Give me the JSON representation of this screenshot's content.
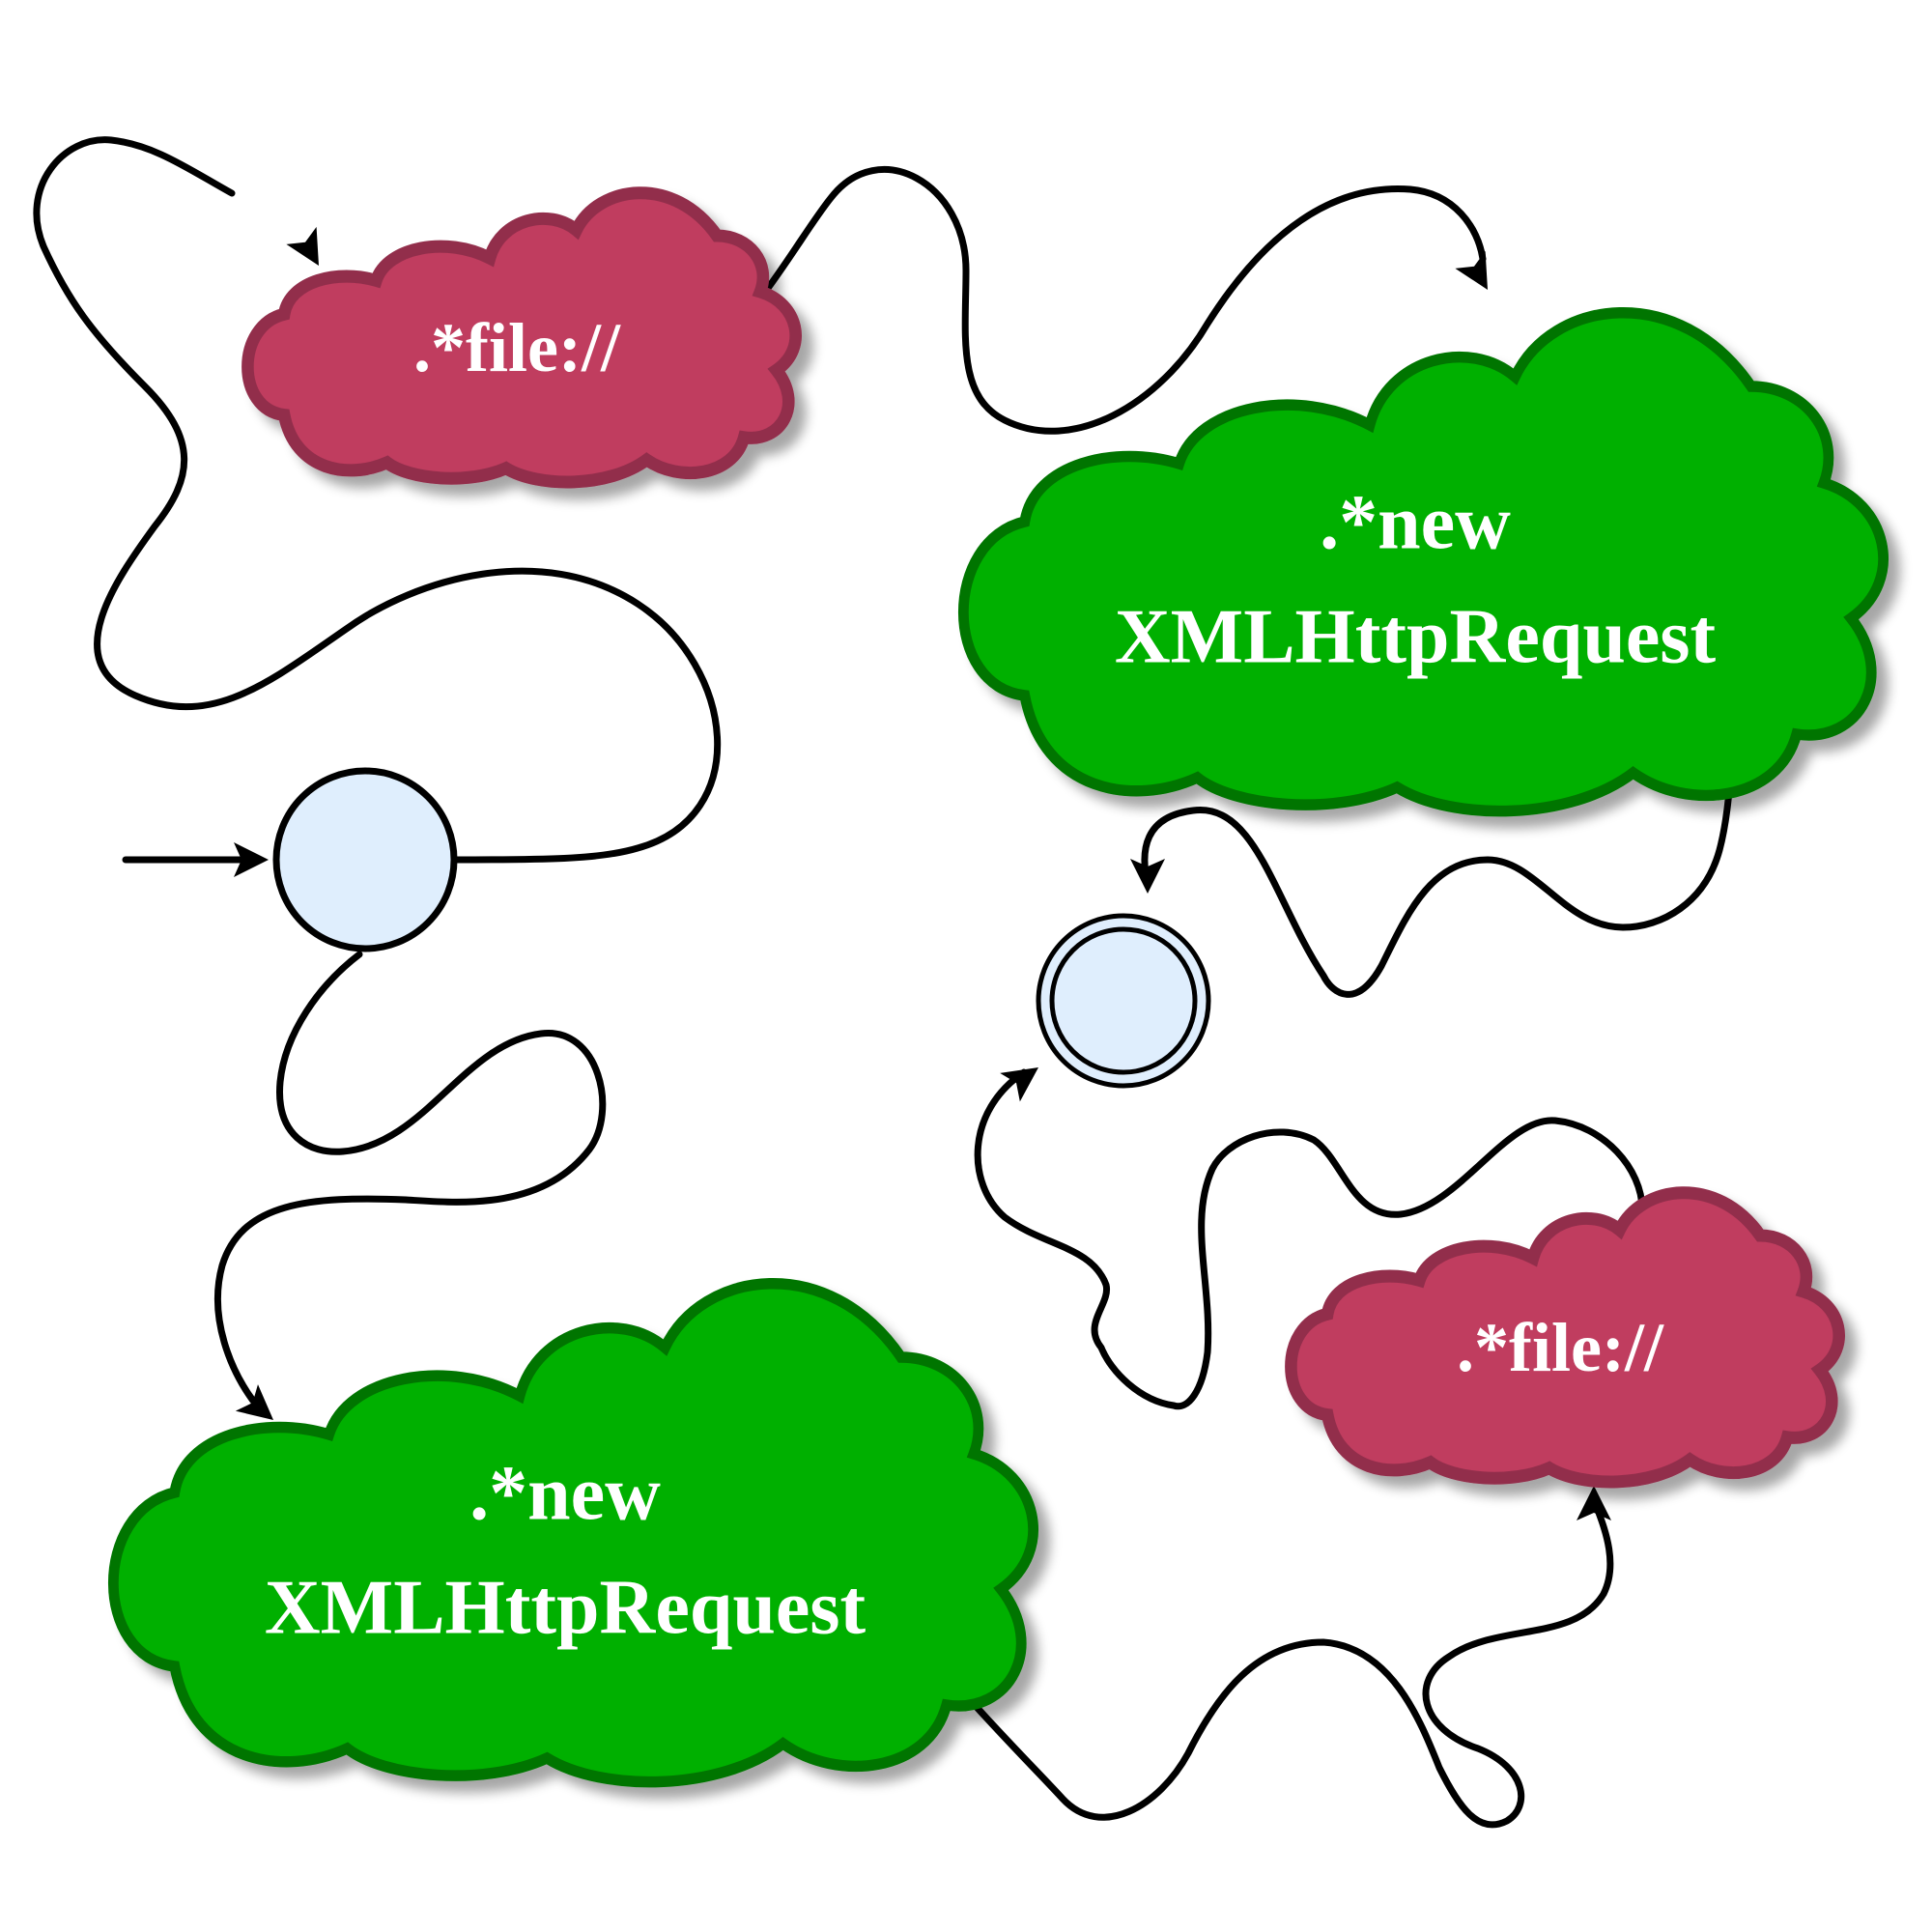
{
  "colors": {
    "background": "#ffffff",
    "edge": "#000000",
    "state_fill": "#dfeefd",
    "state_stroke": "#000000",
    "file_fill": "#c03c5f",
    "file_stroke": "#922f4c",
    "xhr_fill": "#03b003",
    "xhr_stroke": "#027502",
    "label": "#ffffff"
  },
  "states": [
    {
      "id": "start",
      "type": "initial"
    },
    {
      "id": "accept",
      "type": "accepting"
    }
  ],
  "clouds": [
    {
      "id": "file-top",
      "kind": "file",
      "lines": [
        ".*file://"
      ]
    },
    {
      "id": "xhr-top",
      "kind": "xhr",
      "lines": [
        ".*new",
        "XMLHttpRequest"
      ]
    },
    {
      "id": "xhr-bottom",
      "kind": "xhr",
      "lines": [
        ".*new",
        "XMLHttpRequest"
      ]
    },
    {
      "id": "file-bottom",
      "kind": "file",
      "lines": [
        ".*file://"
      ]
    }
  ],
  "transitions": [
    {
      "from": "entry",
      "to": "start"
    },
    {
      "from": "start",
      "to": "file-top"
    },
    {
      "from": "file-top",
      "to": "xhr-top"
    },
    {
      "from": "xhr-top",
      "to": "accept"
    },
    {
      "from": "start",
      "to": "xhr-bottom"
    },
    {
      "from": "xhr-bottom",
      "to": "file-bottom"
    },
    {
      "from": "file-bottom",
      "to": "accept"
    }
  ]
}
